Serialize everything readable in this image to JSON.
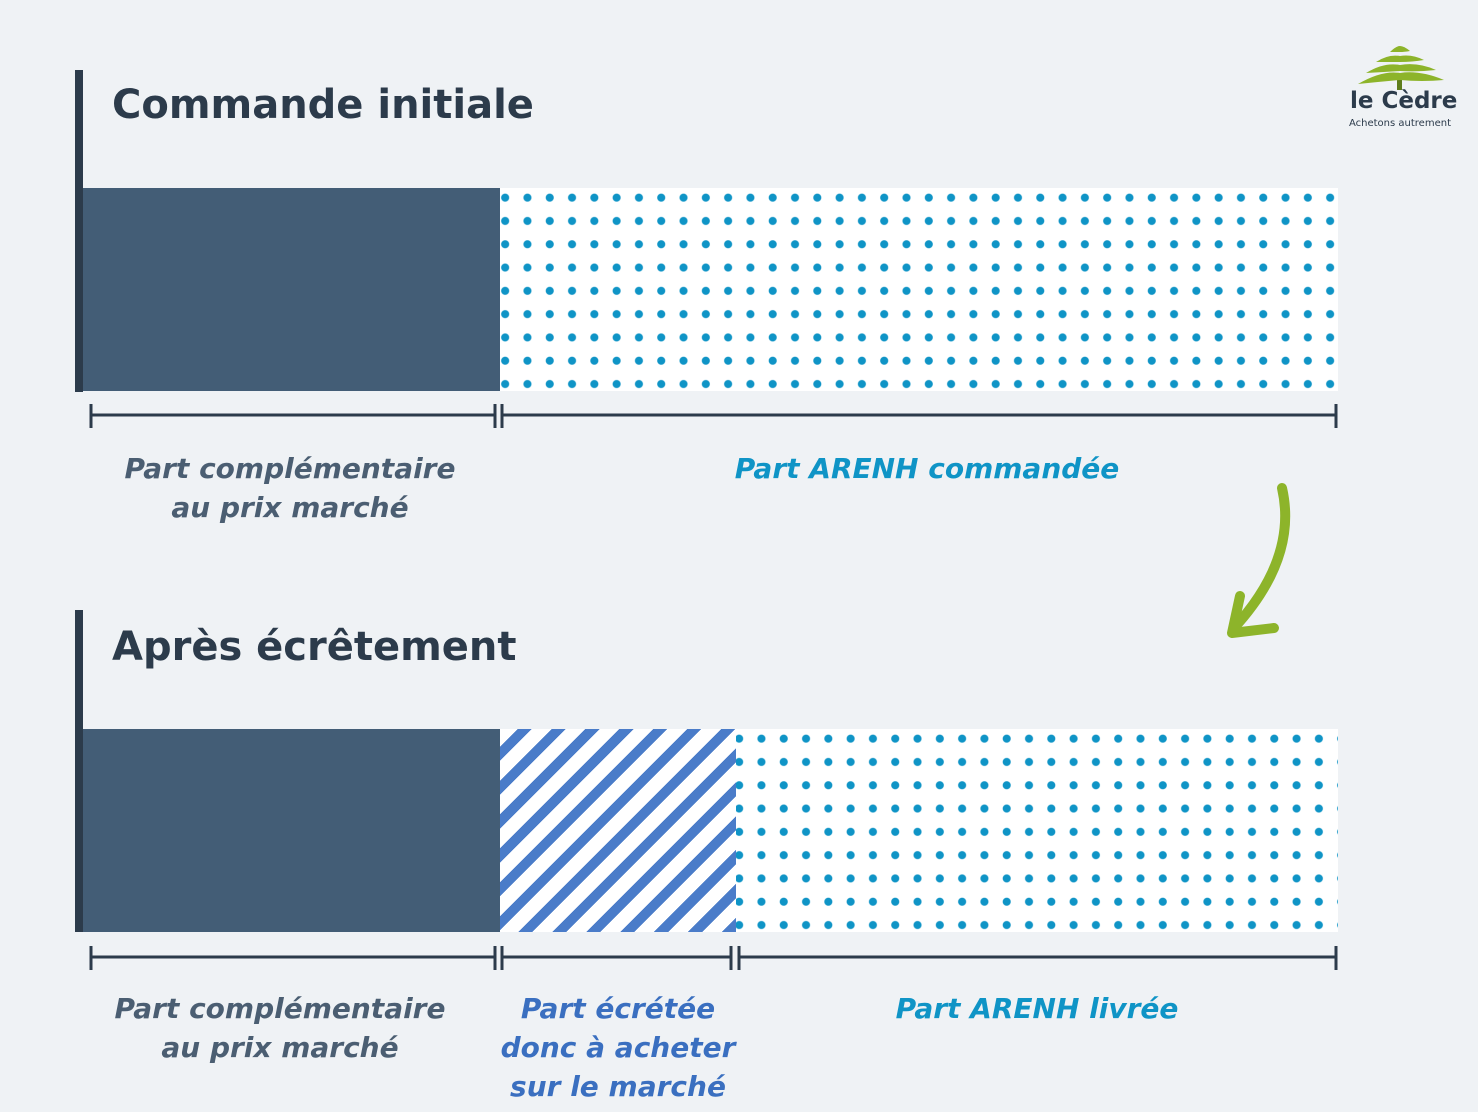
{
  "logo": {
    "name": "le Cèdre",
    "tagline": "Achetons autrement"
  },
  "top_section": {
    "title": "Commande initiale",
    "labels": {
      "complementary_line1": "Part complémentaire",
      "complementary_line2": "au prix marché",
      "arenh": "Part ARENH commandée"
    }
  },
  "bottom_section": {
    "title": "Après écrêtement",
    "labels": {
      "complementary_line1": "Part complémentaire",
      "complementary_line2": "au prix marché",
      "ecretee_line1": "Part écrétée",
      "ecretee_line2": "donc à acheter",
      "ecretee_line3": "sur le marché",
      "arenh": "Part ARENH livrée"
    }
  },
  "colors": {
    "dark_block": "#435d76",
    "dots": "#0f94c6",
    "stripes": "#4a7cc9",
    "arrow": "#8db42a",
    "text_dark": "#2c3b4b"
  }
}
